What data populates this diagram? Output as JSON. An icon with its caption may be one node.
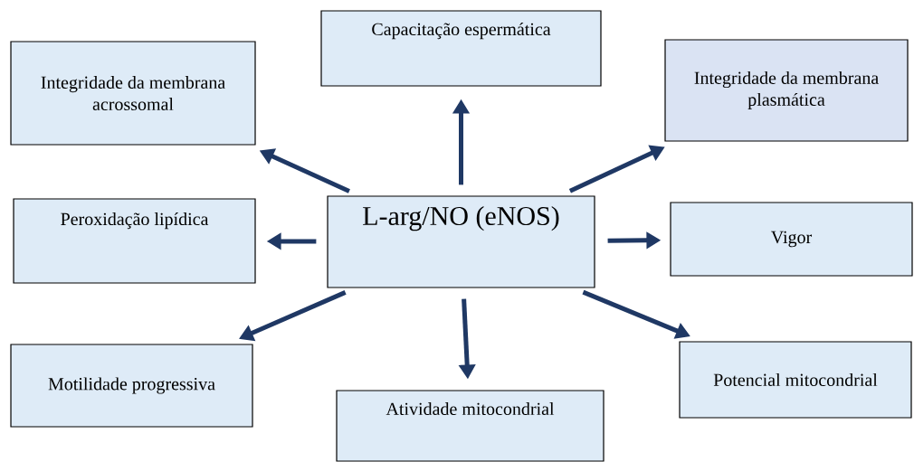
{
  "diagram": {
    "nodes": [
      {
        "text": [
          "Integridade da membrana acrossomal"
        ]
      },
      {
        "text": [
          "Capacitação espermática"
        ]
      },
      {
        "text": [
          "Integridade da membrana plasmática"
        ]
      },
      {
        "text": [
          "Peroxidação lipídica"
        ]
      },
      {
        "text": [
          "L-arg/NO (eNOS)"
        ]
      },
      {
        "text": [
          "Vigor"
        ]
      },
      {
        "text": [
          "Motilidade progressiva"
        ]
      },
      {
        "text": [
          "Atividade mitocondrial"
        ]
      },
      {
        "text": [
          "Potencial mitocondrial"
        ]
      }
    ],
    "edges": [
      {
        "from": 4,
        "to": 0,
        "arrow": "to"
      },
      {
        "from": 4,
        "to": 1,
        "arrow": "to"
      },
      {
        "from": 4,
        "to": 2,
        "arrow": "to"
      },
      {
        "from": 4,
        "to": 3,
        "arrow": "to"
      },
      {
        "from": 4,
        "to": 5,
        "arrow": "to"
      },
      {
        "from": 4,
        "to": 6,
        "arrow": "to"
      },
      {
        "from": 4,
        "to": 7,
        "arrow": "to"
      },
      {
        "from": 4,
        "to": 8,
        "arrow": "to"
      }
    ]
  }
}
